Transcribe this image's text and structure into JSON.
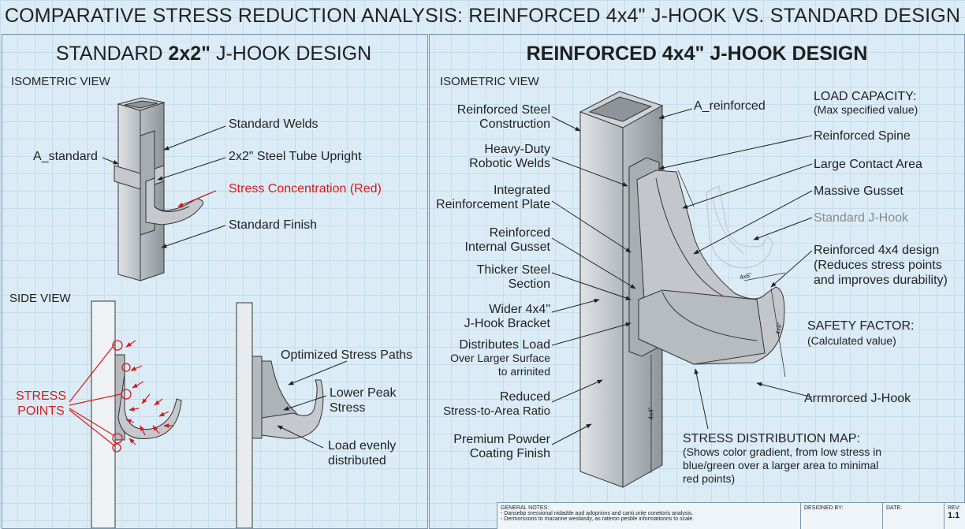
{
  "title": "COMPARATIVE STRESS REDUCTION ANALYSIS: REINFORCED 4x4\" J-HOOK VS. STANDARD DESIGN",
  "left_panel": {
    "heading_pre": "STANDARD ",
    "heading_bold": "2x2\"",
    "heading_post": " J-HOOK DESIGN",
    "isometric_label": "ISOMETRIC VIEW",
    "side_label": "SIDE VIEW",
    "callouts": {
      "a_standard": "A_standard",
      "standard_welds": "Standard Welds",
      "steel_tube": "2x2\" Steel Tube Upright",
      "stress_concentration": "Stress Concentration (Red)",
      "standard_finish": "Standard Finish",
      "stress_points_1": "STRESS",
      "stress_points_2": "POINTS",
      "optimized_paths": "Optimized Stress Paths",
      "lower_peak_1": "Lower Peak",
      "lower_peak_2": "Stress",
      "load_evenly_1": "Load evenly",
      "load_evenly_2": "distributed"
    }
  },
  "right_panel": {
    "heading": "REINFORCED 4x4\" J-HOOK DESIGN",
    "isometric_label": "ISOMETRIC VIEW",
    "left_callouts": [
      [
        "Reinforced Steel",
        "Construction"
      ],
      [
        "Heavy-Duty",
        "Robotic Welds"
      ],
      [
        "Integrated",
        "Reinforcement Plate"
      ],
      [
        "Reinforced",
        "Internal Gusset"
      ],
      [
        "Thicker Steel",
        "Section"
      ],
      [
        "Wider 4x4\"",
        "J-Hook Bracket"
      ],
      [
        "Distributes Load",
        "Over Larger Surface",
        "to arrinited"
      ],
      [
        "Reduced",
        "Stress-to-Area Ratio"
      ],
      [
        "Premium Powder",
        "Coating Finish"
      ]
    ],
    "a_reinforced": "A_reinforced",
    "load_capacity": "LOAD CAPACITY:",
    "load_capacity_sub": "(Max specified value)",
    "reinforced_spine": "Reinforced Spine",
    "large_contact": "Large Contact Area",
    "massive_gusset": "Massive Gusset",
    "standard_jhook": "Standard J-Hook",
    "reinforced_design": [
      "Reinforced 4x4 design",
      "(Reduces stress points",
      "and improves durability)"
    ],
    "safety_factor": "SAFETY FACTOR:",
    "safety_sub": "(Calculated value)",
    "armored_jhook": "Arrmrorced J-Hook",
    "stress_map": [
      "STRESS DISTRIBUTION MAP:",
      "(Shows color gradient, from low stress in",
      "blue/green over a larger area to minimal",
      "red points)"
    ],
    "dim_a": "4x4\"",
    "dim_b": "4x8\"",
    "dim_c": "4x6\""
  },
  "title_block": {
    "general_notes": "GENERAL NOTES:",
    "note_1": "- Dansebp sressional nidadde aod adoprions and canti.orite conetoris analysis.",
    "note_2": "- Dermorssons to macanne wesliasily, as rateron pesble informationns to scale.",
    "designed_by": "DESIONED BY:",
    "date": "DATE:",
    "rev_label": "REV:",
    "rev_value": "1.1"
  }
}
